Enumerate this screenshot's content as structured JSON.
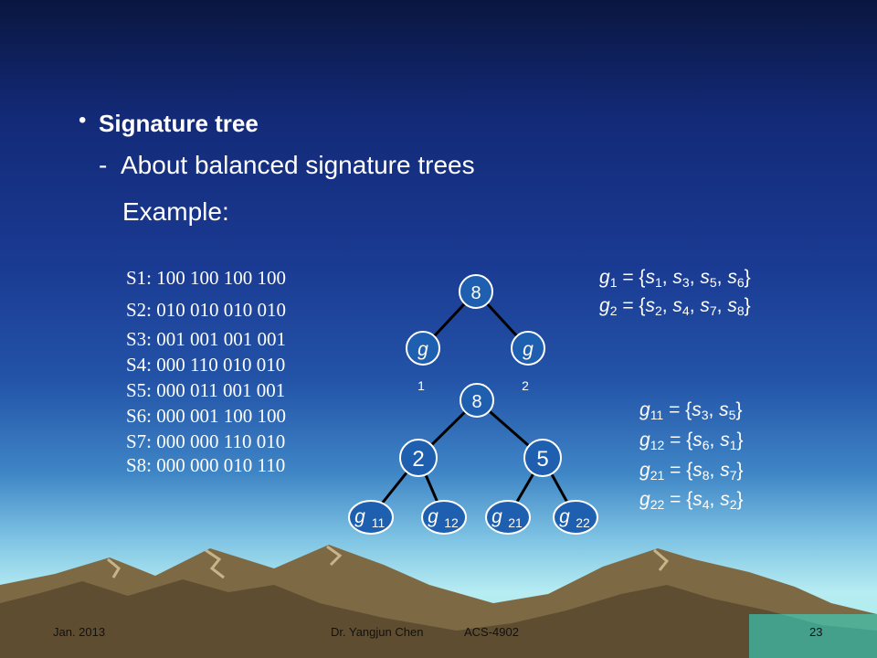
{
  "slide": {
    "bullet": "•",
    "title": "Signature tree",
    "dash": "-",
    "subtitle": "About balanced signature trees",
    "example_label": "Example:"
  },
  "signatures": [
    "S1: 100 100 100 100",
    "S2: 010 010 010 010",
    "S3: 001 001 001 001",
    "S4: 000 110 010 010",
    "S5: 000 011 001 001",
    "S6: 000 001 100 100",
    "S7: 000 000 110 010",
    "S8: 000 000 010 110"
  ],
  "tree_small": {
    "root_label": "8",
    "children": [
      {
        "label": "g",
        "sub": "1"
      },
      {
        "label": "g",
        "sub": "2"
      }
    ]
  },
  "tree_big": {
    "root_label": "8",
    "mid": [
      "2",
      "5"
    ],
    "leaves": [
      {
        "label": "g",
        "sub": "11"
      },
      {
        "label": "g",
        "sub": "12"
      },
      {
        "label": "g",
        "sub": "21"
      },
      {
        "label": "g",
        "sub": "22"
      }
    ]
  },
  "groups_small": [
    {
      "name": "g",
      "sub": "1",
      "eq": " = {",
      "members": [
        [
          "s",
          "1"
        ],
        [
          "s",
          "3"
        ],
        [
          "s",
          "5"
        ],
        [
          "s",
          "6"
        ]
      ],
      "close": "}"
    },
    {
      "name": "g",
      "sub": "2",
      "eq": " = {",
      "members": [
        [
          "s",
          "2"
        ],
        [
          "s",
          "4"
        ],
        [
          "s",
          "7"
        ],
        [
          "s",
          "8"
        ]
      ],
      "close": "}"
    }
  ],
  "groups_big": [
    {
      "name": "g",
      "sub": "11",
      "eq": " = {",
      "members": [
        [
          "s",
          "3"
        ],
        [
          "s",
          "5"
        ]
      ],
      "close": "}"
    },
    {
      "name": "g",
      "sub": "12",
      "eq": " = {",
      "members": [
        [
          "s",
          "6"
        ],
        [
          "s",
          "1"
        ]
      ],
      "close": "}"
    },
    {
      "name": "g",
      "sub": "21",
      "eq": " = {",
      "members": [
        [
          "s",
          "8"
        ],
        [
          "s",
          "7"
        ]
      ],
      "close": "}"
    },
    {
      "name": "g",
      "sub": "22",
      "eq": " = {",
      "members": [
        [
          "s",
          "4"
        ],
        [
          "s",
          "2"
        ]
      ],
      "close": "}"
    }
  ],
  "footer": {
    "date": "Jan. 2013",
    "author": "Dr. Yangjun Chen",
    "course": "ACS-4902",
    "page": "23"
  },
  "colors": {
    "node_fill": "#1f5fb0",
    "node_stroke": "#ffffff",
    "text": "#ffffff",
    "mountain": "#6b5a3a"
  }
}
